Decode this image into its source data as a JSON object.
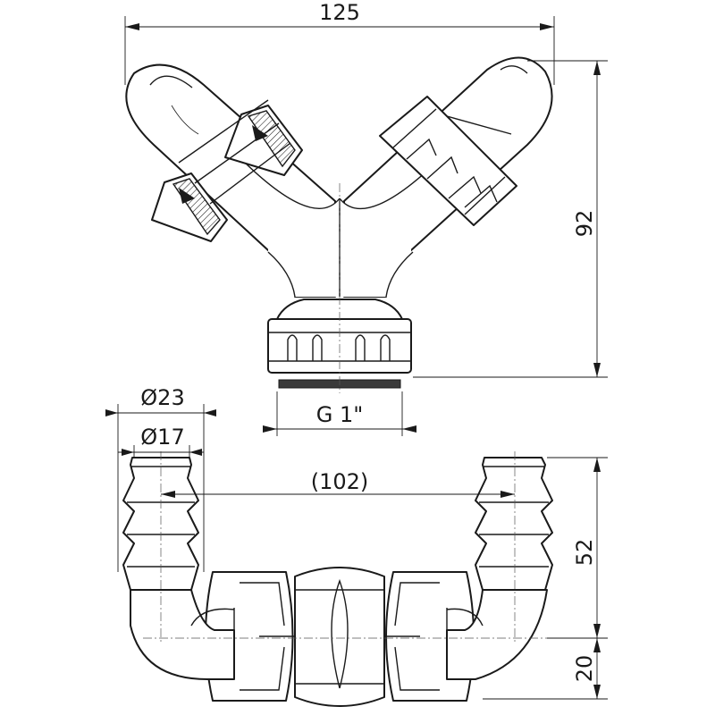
{
  "dimensions": {
    "top_width": "125",
    "top_height": "92",
    "thread": "G 1\"",
    "outer_diameter": "Ø23",
    "inner_diameter": "Ø17",
    "spacing": "(102)",
    "barb_height": "52",
    "elbow_height": "20"
  },
  "colors": {
    "line": "#1a1a1a",
    "background": "#ffffff"
  }
}
